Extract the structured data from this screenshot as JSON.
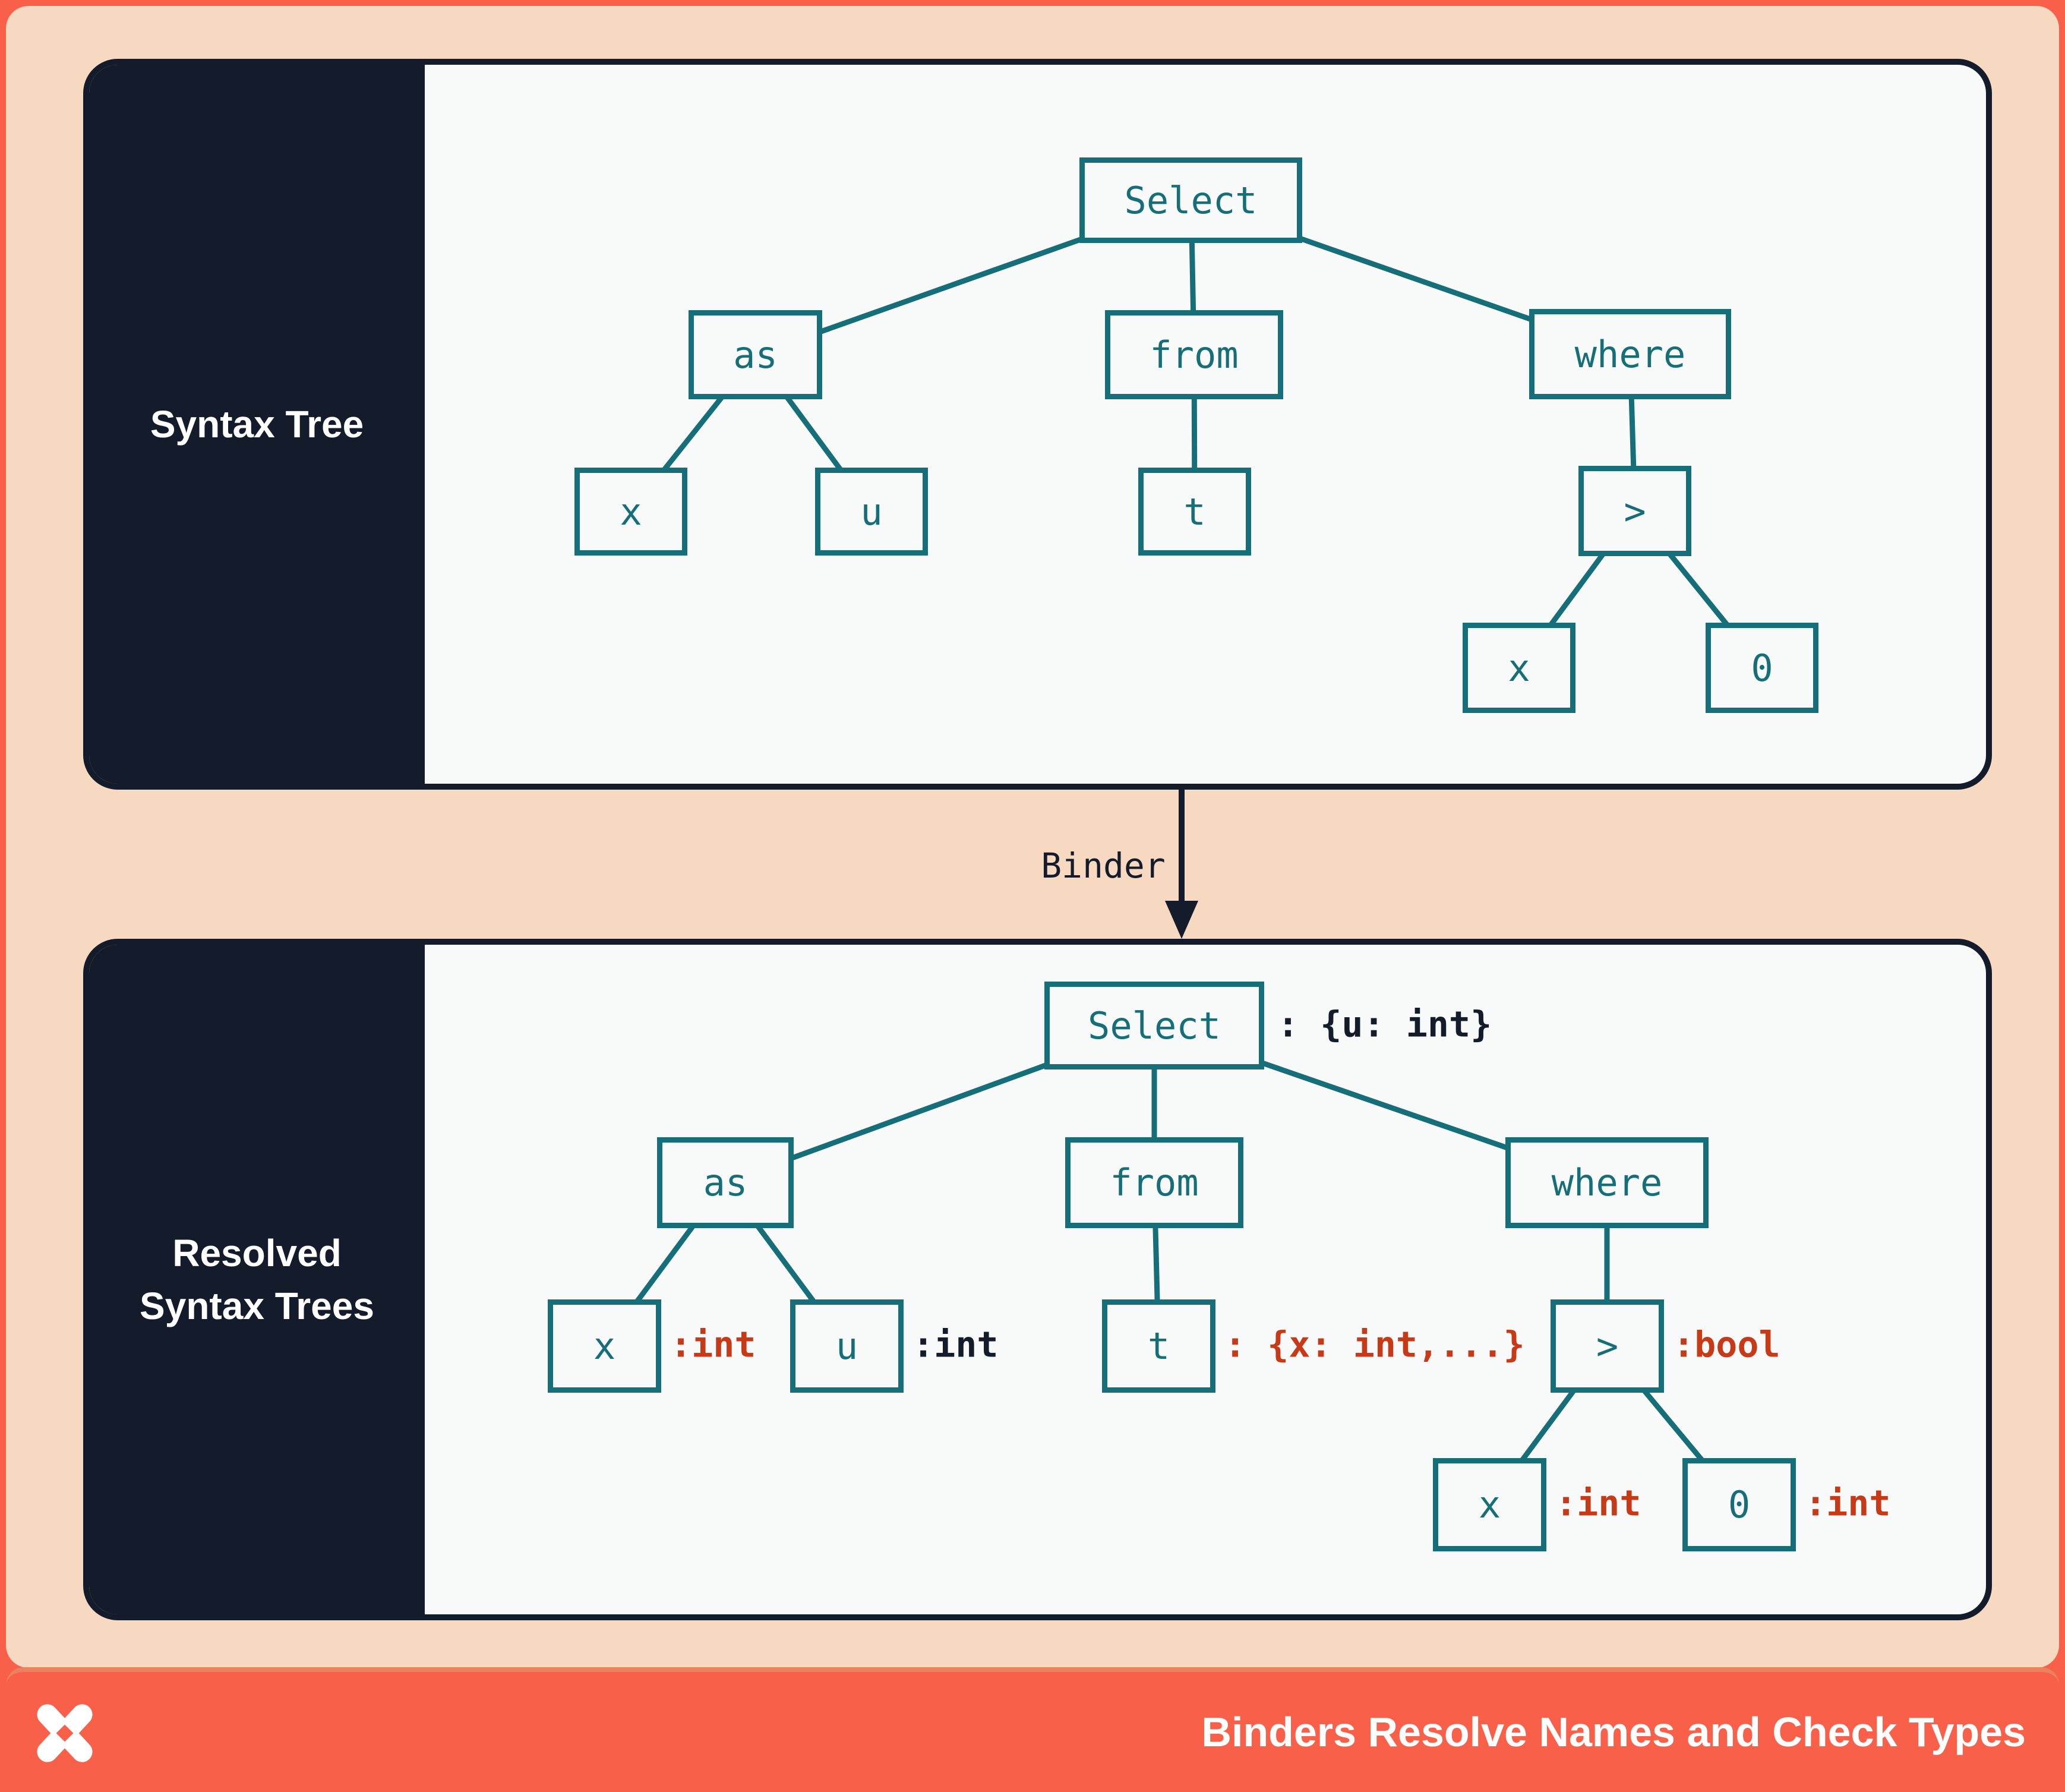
{
  "panels": {
    "syntax_tree": {
      "sidebar_label": "Syntax Tree"
    },
    "resolved": {
      "sidebar_line1": "Resolved",
      "sidebar_line2": "Syntax Trees"
    }
  },
  "binder": {
    "label": "Binder"
  },
  "footer": {
    "title": "Binders Resolve Names and Check Types",
    "logo": "x-pinwheel-logo"
  },
  "colors": {
    "coral": "#f9604a",
    "peach": "#f7d9c2",
    "navy": "#141b2a",
    "teal": "#166f78",
    "type_red": "#c73a17",
    "panel_bg": "#f8f9f9"
  },
  "syntax_tree": {
    "nodes": [
      {
        "label": "Select"
      },
      {
        "label": "as"
      },
      {
        "label": "from"
      },
      {
        "label": "where"
      },
      {
        "label": "x"
      },
      {
        "label": "u"
      },
      {
        "label": "t"
      },
      {
        "label": ">"
      },
      {
        "label": "x"
      },
      {
        "label": "0"
      }
    ]
  },
  "resolved_tree": {
    "nodes": [
      {
        "label": "Select",
        "annotation": ": {u: int}"
      },
      {
        "label": "as",
        "annotation": ""
      },
      {
        "label": "from",
        "annotation": ""
      },
      {
        "label": "where",
        "annotation": ""
      },
      {
        "label": "x",
        "annotation": ":int"
      },
      {
        "label": "u",
        "annotation": ":int"
      },
      {
        "label": "t",
        "annotation": ": {x: int,...}"
      },
      {
        "label": ">",
        "annotation": ":bool"
      },
      {
        "label": "x",
        "annotation": ":int"
      },
      {
        "label": "0",
        "annotation": ":int"
      }
    ]
  }
}
